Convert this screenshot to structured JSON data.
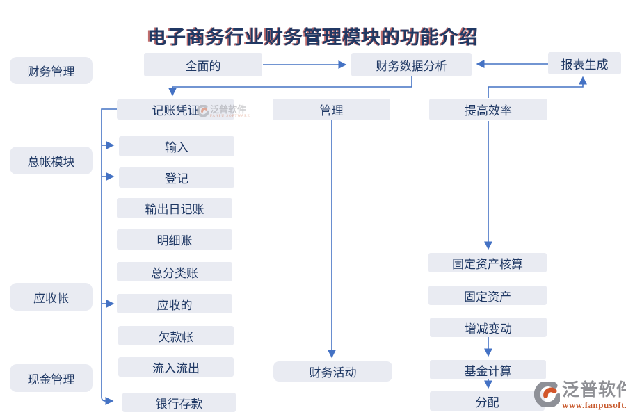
{
  "title": "电子商务行业财务管理模块的功能介绍",
  "colors": {
    "accent_line": "#4472c4",
    "box_fill": "#e9ebf2",
    "box_text": "#1f3864",
    "title_color": "#203864",
    "title_fringe": "#a0201e",
    "logo_grey": "#8f9095",
    "logo_orange": "#c85a2e"
  },
  "nodes": {
    "finance_mgmt": "财务管理",
    "comprehensive": "全面的",
    "data_analysis": "财务数据分析",
    "report_gen": "报表生成",
    "voucher": "记账凭证",
    "manage": "管理",
    "efficiency": "提高效率",
    "ledger_module": "总帐模块",
    "input": "输入",
    "register": "登记",
    "journal_out": "输出日记账",
    "detail_ledger": "明细账",
    "general_ledger": "总分类账",
    "receivable": "应收帐",
    "receivables": "应收的",
    "debt": "欠款帐",
    "inflow_outflow": "流入流出",
    "cash_mgmt": "现金管理",
    "bank_deposit": "银行存款",
    "finance_activity": "财务活动",
    "fixed_asset_accounting": "固定资产核算",
    "fixed_asset": "固定资产",
    "change": "增减变动",
    "fund_calc": "基金计算",
    "allocation": "分配"
  },
  "watermark_small": {
    "brand": "泛普软件",
    "sub": "FANPU SOFTWARE"
  },
  "logo": {
    "brand": "泛普软件",
    "url": "www.fanpusoft.com"
  }
}
